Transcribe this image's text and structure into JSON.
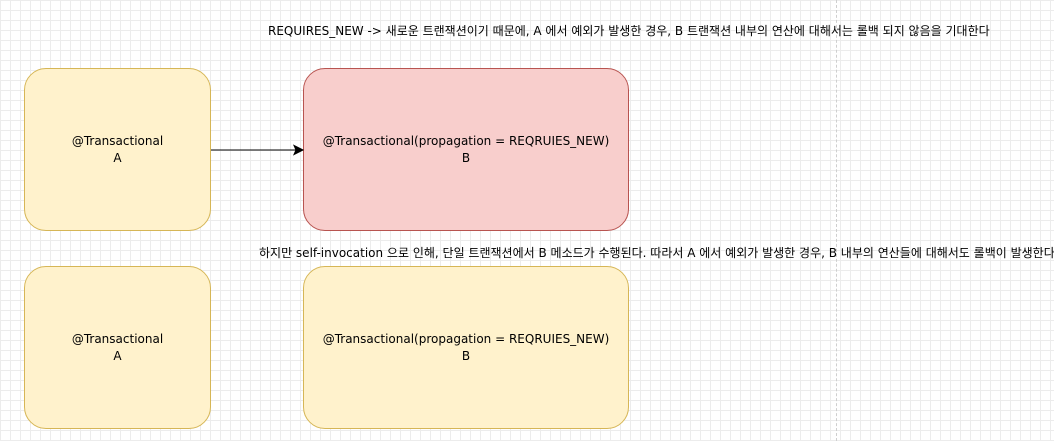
{
  "top_caption": "REQUIRES_NEW -> 새로운 트랜잭션이기 때문에, A 에서 예외가 발생한 경우, B 트랜잭션 내부의 연산에 대해서는 롤백 되지 않음을 기대한다",
  "bottom_caption": "하지만 self-invocation 으로 인해, 단일 트랜잭션에서 B 메소드가 수행된다. 따라서 A 에서 예외가 발생한 경우, B 내부의 연산들에 대해서도 롤백이 발생한다",
  "expected": {
    "a_box": {
      "annotation": "@Transactional",
      "label": "A"
    },
    "b_box": {
      "annotation": "@Transactional(propagation = REQRUIES_NEW)",
      "label": "B"
    }
  },
  "actual": {
    "a_box": {
      "annotation": "@Transactional",
      "label": "A"
    },
    "b_box": {
      "annotation": "@Transactional(propagation = REQRUIES_NEW)",
      "label": "B"
    }
  },
  "colors": {
    "yellow_fill": "#fff2cc",
    "yellow_stroke": "#d6b656",
    "red_fill": "#f8cecc",
    "red_stroke": "#b85450",
    "grid": "#ececec"
  }
}
